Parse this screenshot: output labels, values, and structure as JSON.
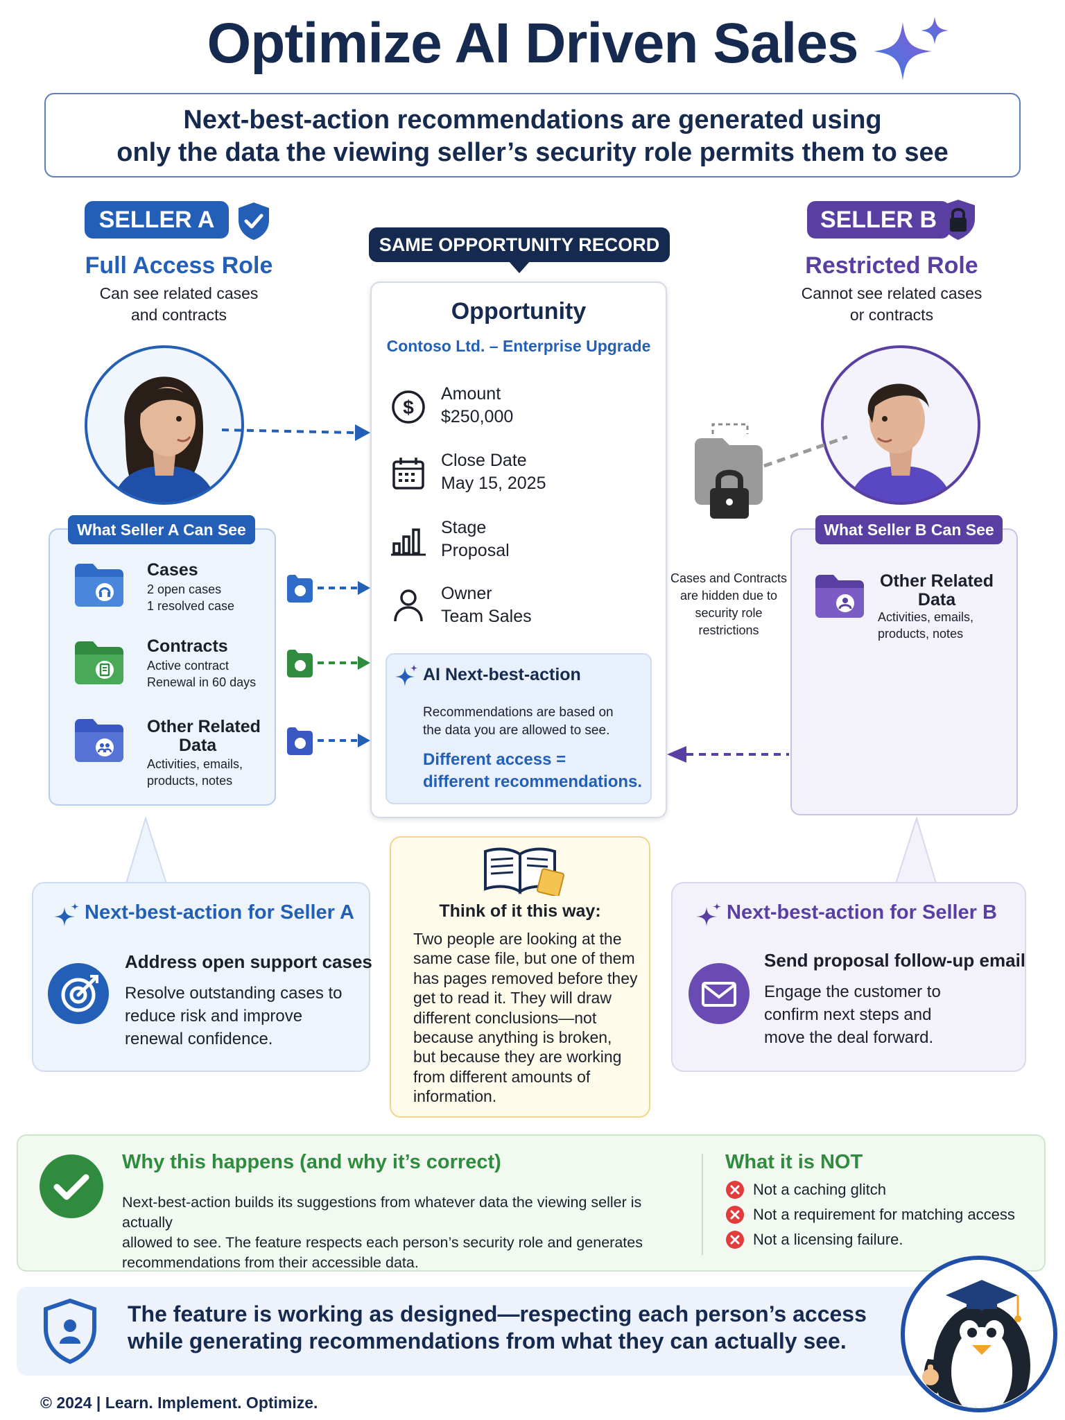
{
  "header": {
    "title": "Optimize AI Driven Sales",
    "subtitle_line1": "Next-best-action recommendations are generated using",
    "subtitle_line2": "only the data the viewing seller’s security role permits them to see"
  },
  "seller_a": {
    "pill": "SELLER A",
    "role": "Full Access Role",
    "desc_line1": "Can see related cases",
    "desc_line2": "and contracts",
    "panel_title": "What Seller A Can See",
    "items": [
      {
        "title": "Cases",
        "line1": "2 open cases",
        "line2": "1 resolved case"
      },
      {
        "title": "Contracts",
        "line1": "Active contract",
        "line2": "Renewal in 60 days"
      },
      {
        "title_line1": "Other Related",
        "title_line2": "Data",
        "line1": "Activities, emails,",
        "line2": "products, notes"
      }
    ],
    "nba_title": "Next-best-action for Seller A",
    "nba_head": "Address open support cases",
    "nba_line1": "Resolve outstanding cases to",
    "nba_line2": "reduce risk and improve",
    "nba_line3": "renewal confidence."
  },
  "seller_b": {
    "pill": "SELLER B",
    "role": "Restricted Role",
    "desc_line1": "Cannot see related cases",
    "desc_line2": "or contracts",
    "panel_title": "What Seller B Can See",
    "item": {
      "title_line1": "Other Related",
      "title_line2": "Data",
      "line1": "Activities, emails,",
      "line2": "products, notes"
    },
    "hidden_note": [
      "Cases and Contracts",
      "are hidden due to",
      "security role",
      "restrictions"
    ],
    "nba_title": "Next-best-action for Seller B",
    "nba_head": "Send proposal follow-up email",
    "nba_line1": "Engage the customer to",
    "nba_line2": "confirm next steps and",
    "nba_line3": "move the deal forward."
  },
  "record": {
    "pill": "SAME OPPORTUNITY RECORD",
    "title": "Opportunity",
    "subtitle": "Contoso Ltd. – Enterprise Upgrade",
    "fields": [
      {
        "label": "Amount",
        "value": "$250,000",
        "icon": "dollar-icon"
      },
      {
        "label": "Close Date",
        "value": "May 15, 2025",
        "icon": "calendar-icon"
      },
      {
        "label": "Stage",
        "value": "Proposal",
        "icon": "bar-chart-icon"
      },
      {
        "label": "Owner",
        "value": "Team Sales",
        "icon": "person-icon"
      }
    ],
    "nba_title": "AI Next-best-action",
    "nba_line1": "Recommendations are based on",
    "nba_line2": "the data you are allowed to see.",
    "nba_em_line1": "Different access =",
    "nba_em_line2": "different recommendations."
  },
  "think": {
    "title": "Think of it this way:",
    "lines": [
      "Two people are looking at the",
      "same case file, but one of them",
      "has pages removed before they",
      "get to read it. They will draw",
      "different conclusions—not",
      "because anything is broken,",
      "but because they are working",
      "from different amounts of",
      "information."
    ]
  },
  "why": {
    "title": "Why this happens (and why it’s correct)",
    "lines": [
      "Next-best-action builds its suggestions from whatever data the viewing seller is actually",
      "allowed to see. The feature respects each person’s security role and generates",
      "recommendations from their accessible data."
    ],
    "not_title": "What it is NOT",
    "not_items": [
      "Not a caching glitch",
      "Not a requirement for matching access",
      "Not a licensing failure."
    ]
  },
  "banner": {
    "line1": "The feature is working as designed—respecting each person’s access",
    "line2": "while generating recommendations from what they can actually see."
  },
  "footer": {
    "text": "© 2024  |  Learn. Implement. Optimize."
  },
  "colors": {
    "navy": "#16294f",
    "blue": "#235fb6",
    "purple": "#5a3fa3",
    "green": "#2f8c3e",
    "red": "#e23b3b"
  }
}
